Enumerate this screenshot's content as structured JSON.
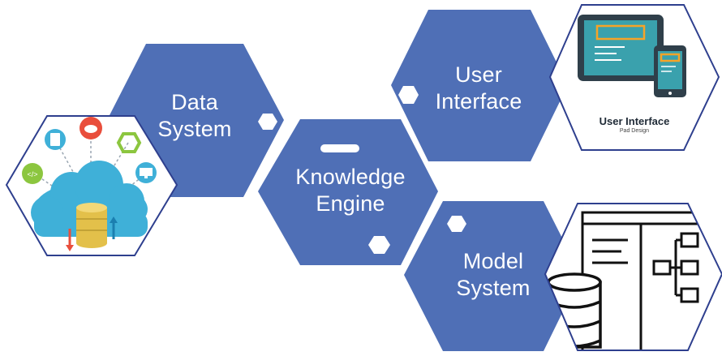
{
  "colors": {
    "hex_fill": "#4f6fb6",
    "hex_stroke_light": "#e2e6ef",
    "outline_blue": "#2e3f8e",
    "cloud": "#3fb0d8",
    "cloud_dark": "#1b7fb0",
    "db_yellow": "#e3c04a",
    "icon_green": "#8cc63f",
    "icon_red": "#e94e3c",
    "tablet_frame": "#2f3f4a",
    "tablet_screen": "#3aa1ad",
    "tablet_accent": "#f6a327",
    "line_black": "#111111"
  },
  "hexagons": [
    {
      "id": "data-system",
      "lines": [
        "Data",
        "System"
      ]
    },
    {
      "id": "knowledge-engine",
      "lines": [
        "Knowledge",
        "Engine"
      ]
    },
    {
      "id": "user-interface",
      "lines": [
        "User",
        "Interface"
      ]
    },
    {
      "id": "model-system",
      "lines": [
        "Model",
        "System"
      ]
    }
  ],
  "images": {
    "data_cloud": {
      "icons": [
        "xml-icon",
        "database-cloud-icon",
        "cloud-upload-icon",
        "hexagon-icon",
        "monitor-icon",
        "file-icon"
      ]
    },
    "user_interface": {
      "caption_title": "User Interface",
      "caption_subtitle": "Pad Design"
    },
    "model_system": {
      "icons": [
        "document-icon",
        "flowchart-icon",
        "database-icon"
      ]
    }
  }
}
